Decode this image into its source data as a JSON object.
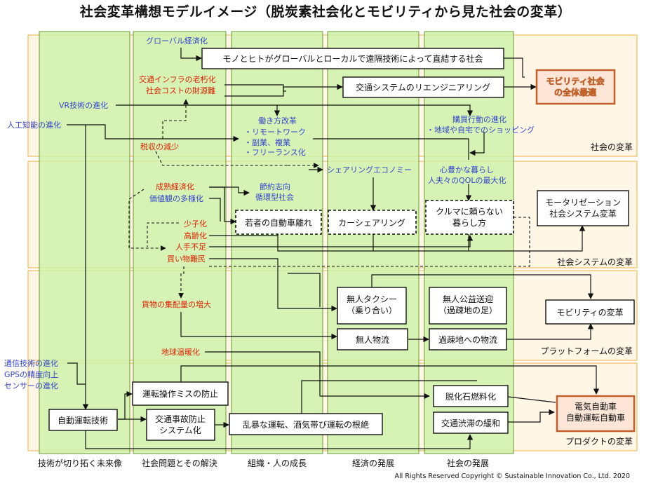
{
  "title": "社会変革構想モデルイメージ（脱炭素社会化とモビリティから見た社会の変革）",
  "colors": {
    "blue_text": "#3344cc",
    "red_text": "#dd2200",
    "black_text": "#111111",
    "band_fill": "#fff6e6",
    "band_border": "#f0b040",
    "column_fill": "#cdf0a8",
    "column_border": "#6a9a30",
    "goal_border": "#c0602a",
    "goal_fill": "#fde6d8"
  },
  "bands": [
    {
      "id": "society",
      "label": "社会の変革"
    },
    {
      "id": "system",
      "label": "社会システムの変革"
    },
    {
      "id": "platform",
      "label": "プラットフォームの変革"
    },
    {
      "id": "product",
      "label": "プロダクトの変革"
    }
  ],
  "columns": [
    {
      "id": "tech",
      "label": "技術が切り拓く未来像"
    },
    {
      "id": "issues",
      "label": "社会問題とその解決"
    },
    {
      "id": "org",
      "label": "組織・人の成長"
    },
    {
      "id": "econ",
      "label": "経済の発展"
    },
    {
      "id": "soc",
      "label": "社会の発展"
    }
  ],
  "drivers": {
    "global_econ": "グローバル経済化",
    "infra_aging": "交通インフラの老朽化",
    "social_cost": "社会コストの財源難",
    "vr": "VR技術の進化",
    "ai": "人工知能の進化",
    "tax": "税収の減少",
    "work_style_title": "働き方改革",
    "work_style_items": [
      "・リモートワーク",
      "・副業、複業",
      "・フリーランス化"
    ],
    "purchasing": "購買行動の進化",
    "purchasing_sub": "・地域や自宅でのショッピング",
    "mature_econ": "成熟経済化",
    "values": "価値観の多様化",
    "saving_1": "節約志向",
    "saving_2": "循環型社会",
    "sharing_econ": "シェアリングエコノミー",
    "rich_life_1": "心豊かな暮らし",
    "rich_life_2": "人夫々のQOLの最大化",
    "low_birth": "少子化",
    "aging": "高齢化",
    "labor_short": "人手不足",
    "shopping_refugees": "買い物難民",
    "freight": "貨物の集配量の増大",
    "global_warming": "地球温暖化",
    "comm_tech": "通信技術の進化",
    "gps": "GPSの精度向上",
    "sensor": "センサーの進化"
  },
  "boxes": {
    "mono_hito": "モノとヒトがグローバルとローカルで遠隔技術によって直結する社会",
    "transport_reeng": "交通システムのリエンジニアリング",
    "goal_society_1": "モビリティ社会",
    "goal_society_2": "の全体最適",
    "youth_away": "若者の自動車離れ",
    "car_sharing": "カーシェアリング",
    "car_free_1": "クルマに頼らない",
    "car_free_2": "暮らし方",
    "motorization_1": "モータリゼーション",
    "motorization_2": "社会システム変革",
    "robotaxi_1": "無人タクシー",
    "robotaxi_2": "（乗り合い）",
    "public_shuttle_1": "無人公益送迎",
    "public_shuttle_2": "（過疎地の足）",
    "mobility_change": "モビリティの変革",
    "unmanned_logistics": "無人物流",
    "rural_logistics": "過疎地への物流",
    "driving_error": "運転操作ミスの防止",
    "auto_driving": "自動運転技術",
    "accident_prev_1": "交通事故防止",
    "accident_prev_2": "システム化",
    "reckless": "乱暴な運転、酒気帯び運転の根絶",
    "decarbon": "脱化石燃料化",
    "congestion": "交通渋滞の緩和",
    "ev_1": "電気自動車",
    "ev_2": "自動運転自動車"
  },
  "copyright": "All Rights Reserved Copyright ©  Sustainable Innovation Co., Ltd.  2020"
}
